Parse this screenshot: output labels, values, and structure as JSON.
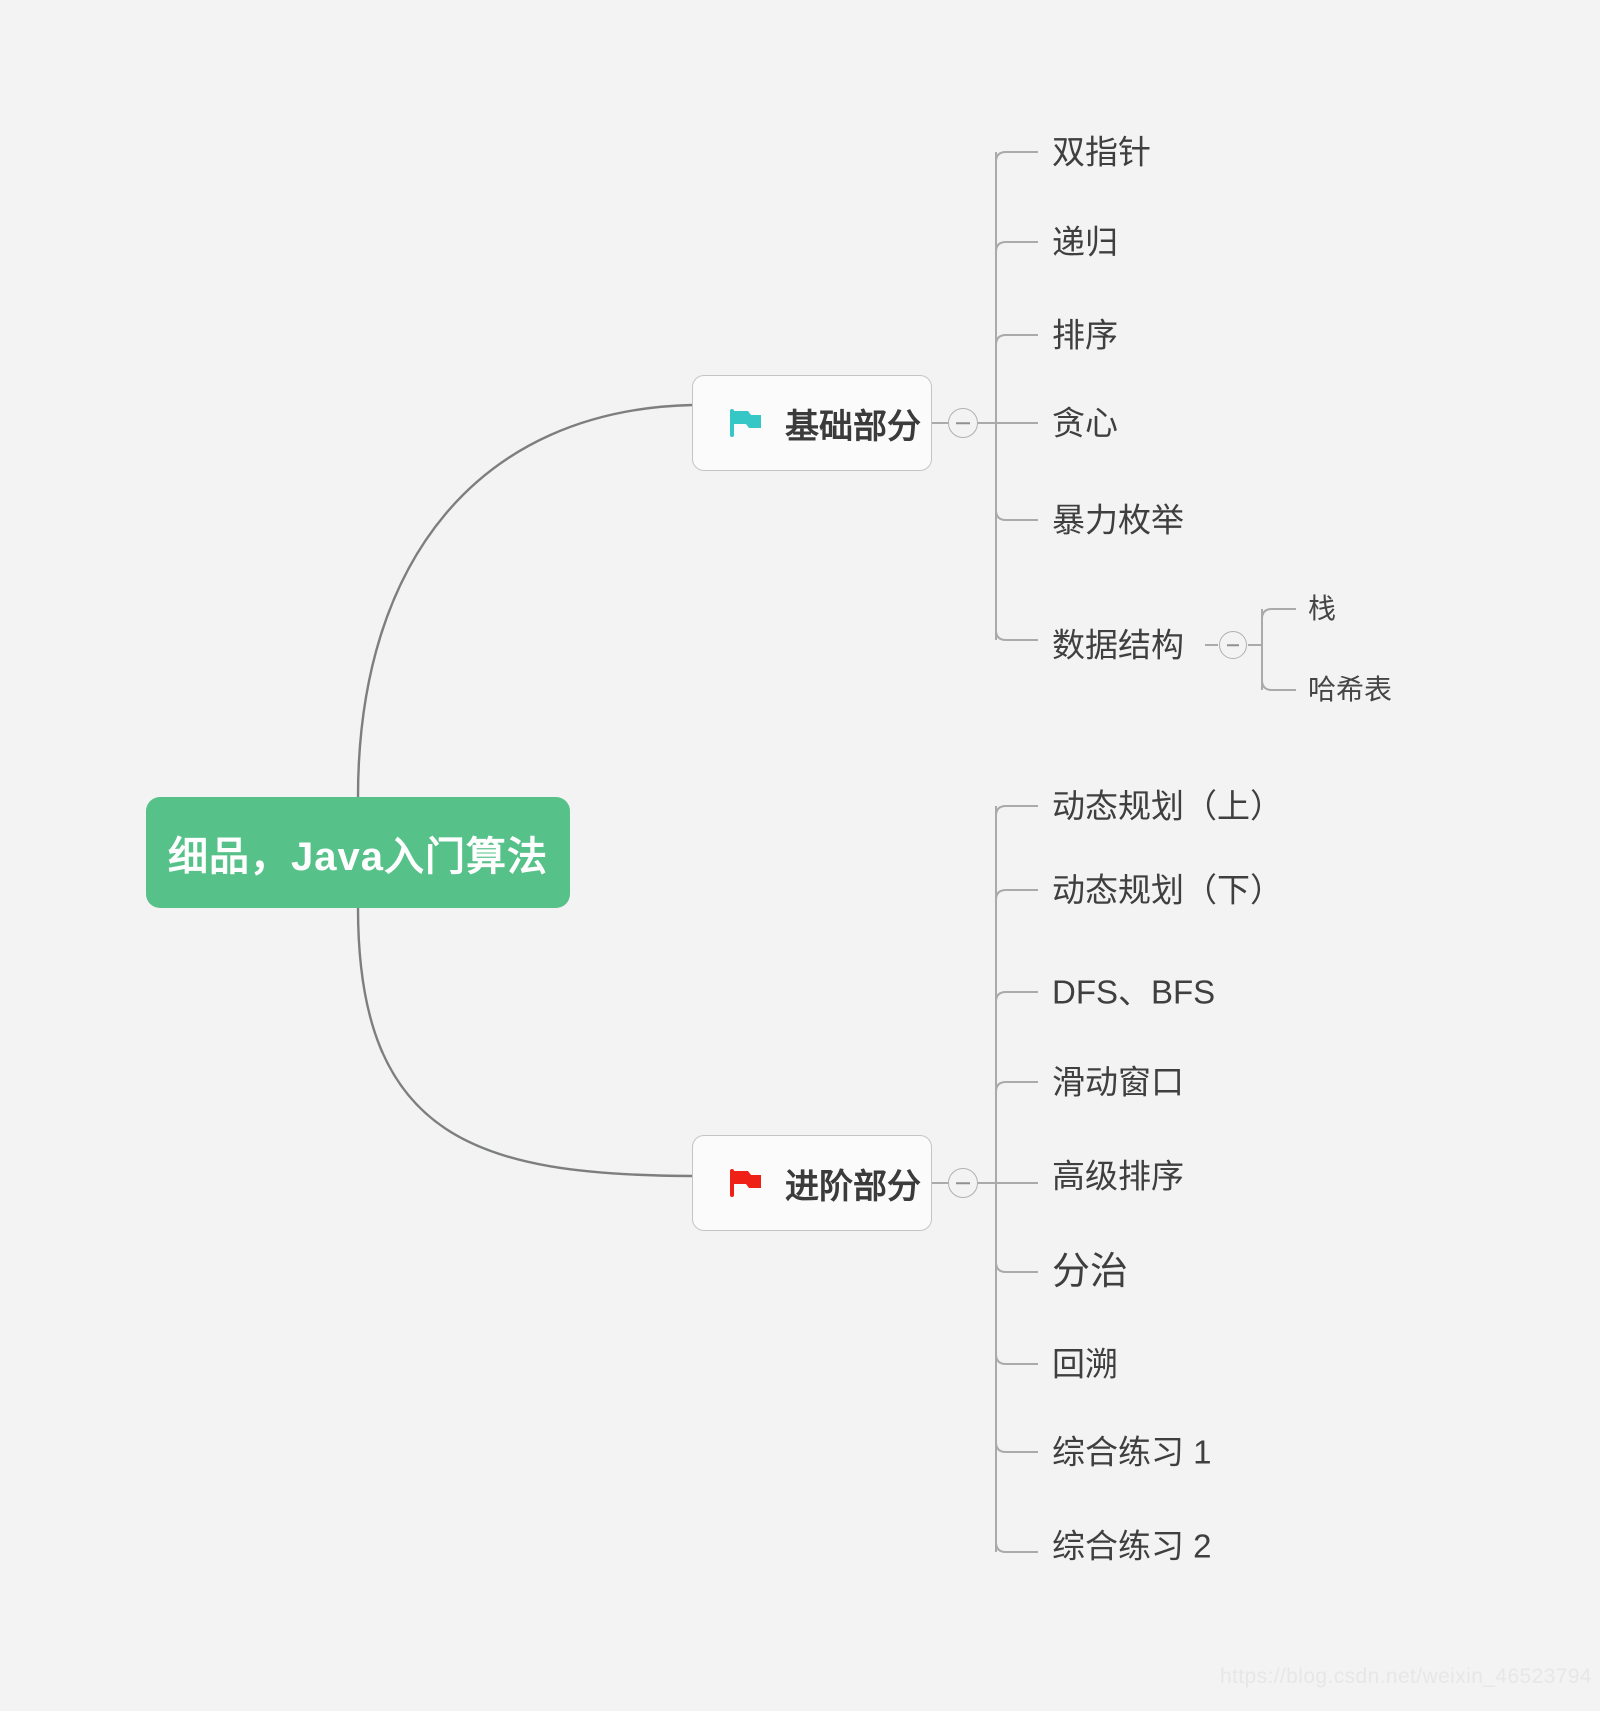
{
  "mindmap": {
    "root": {
      "label": "细品，Java入门算法",
      "color": "#56c189",
      "text_color": "#ffffff"
    },
    "branches": [
      {
        "label": "基础部分",
        "icon": "flag-icon",
        "icon_color": "#35c6c6",
        "collapsed": false,
        "toggle_label": "−",
        "children": [
          {
            "label": "双指针"
          },
          {
            "label": "递归"
          },
          {
            "label": "排序"
          },
          {
            "label": "贪心"
          },
          {
            "label": "暴力枚举"
          },
          {
            "label": "数据结构",
            "collapsed": false,
            "toggle_label": "−",
            "children": [
              {
                "label": "栈"
              },
              {
                "label": "哈希表"
              }
            ]
          }
        ]
      },
      {
        "label": "进阶部分",
        "icon": "flag-icon",
        "icon_color": "#ef2116",
        "collapsed": false,
        "toggle_label": "−",
        "children": [
          {
            "label": "动态规划（上）"
          },
          {
            "label": "动态规划（下）"
          },
          {
            "label": "DFS、BFS"
          },
          {
            "label": "滑动窗口"
          },
          {
            "label": "高级排序"
          },
          {
            "label": "分治"
          },
          {
            "label": "回溯"
          },
          {
            "label": "综合练习 1"
          },
          {
            "label": "综合练习 2"
          }
        ]
      }
    ],
    "watermark": "https://blog.csdn.net/weixin_46523794",
    "line_color": "#8f9190",
    "background": "#f2f3f2"
  }
}
